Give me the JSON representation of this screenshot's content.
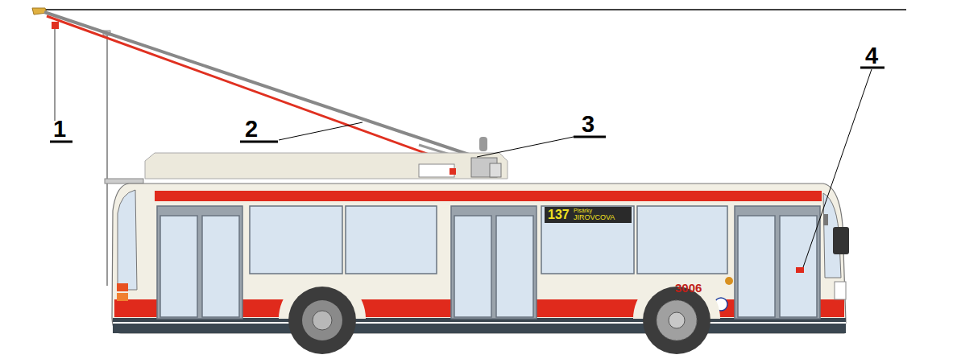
{
  "diagram": {
    "labels": [
      "1",
      "2",
      "3",
      "4",
      "137",
      "Pisárky",
      "JIROVCOVA",
      "3006"
    ]
  }
}
